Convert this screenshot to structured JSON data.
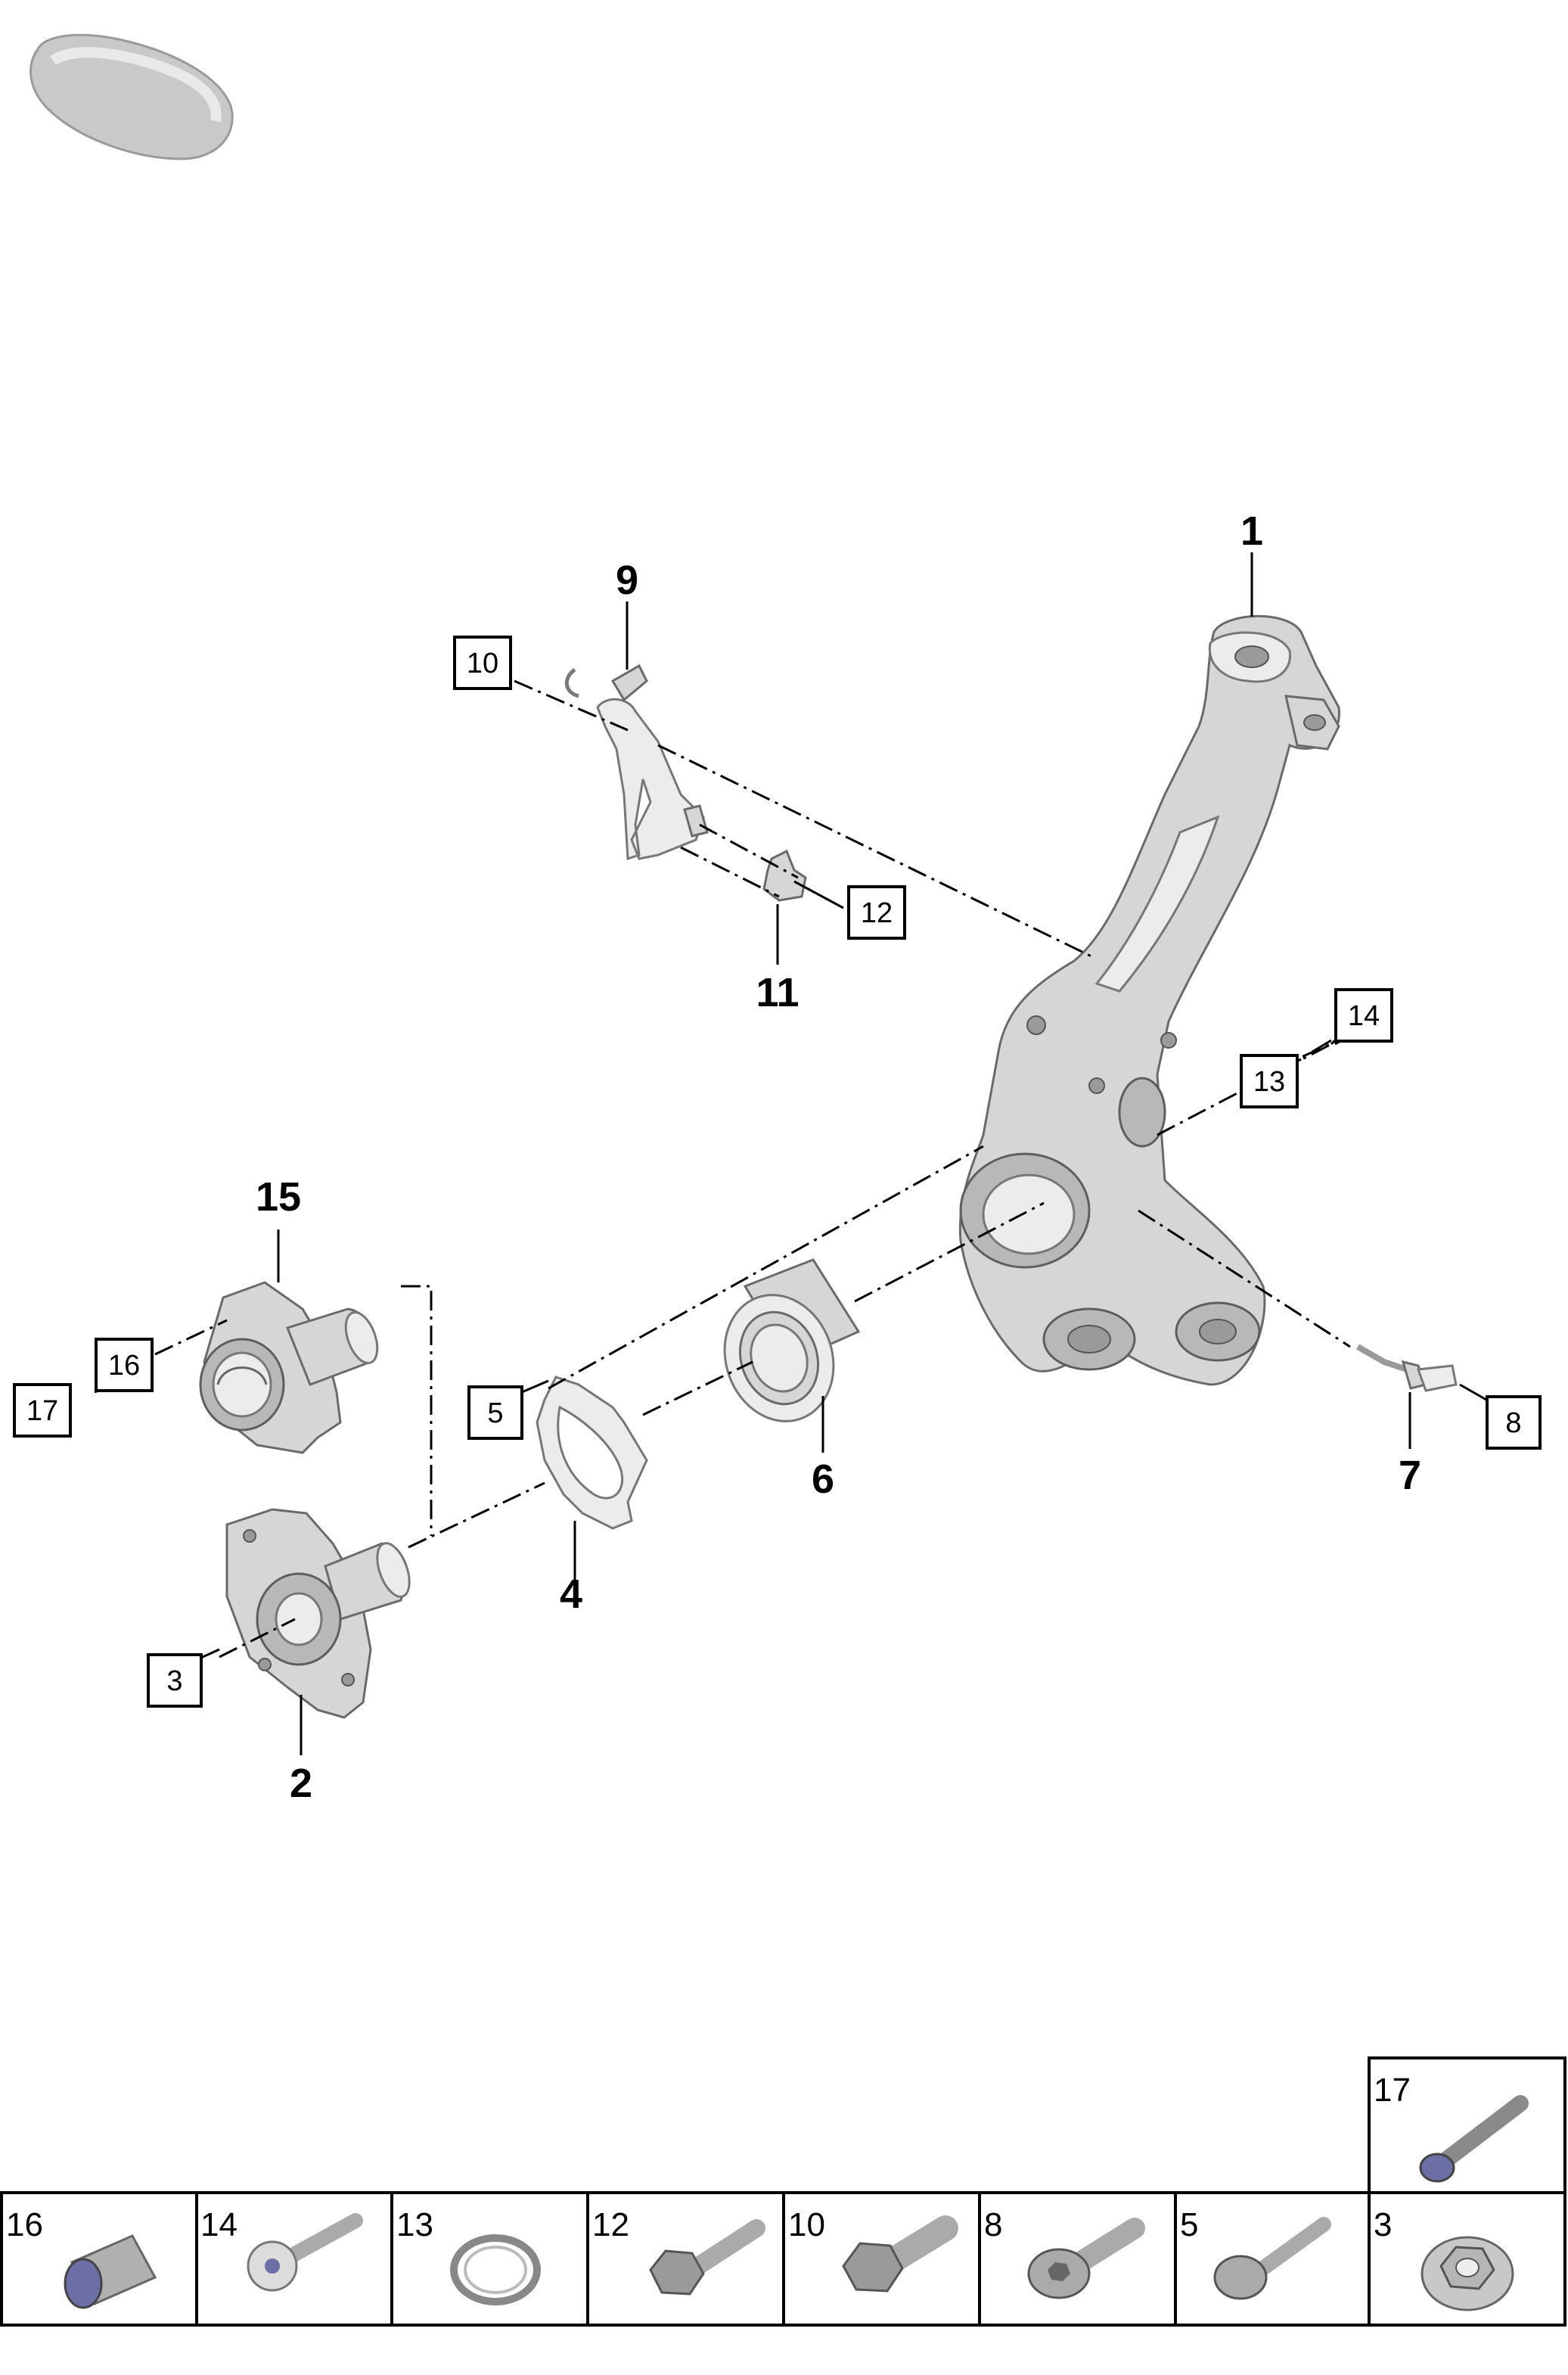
{
  "callouts": {
    "c1": "1",
    "c2": "2",
    "c4": "4",
    "c6": "6",
    "c7": "7",
    "c9": "9",
    "c11": "11",
    "c15": "15"
  },
  "boxed": {
    "b3": "3",
    "b5": "5",
    "b8": "8",
    "b10": "10",
    "b12": "12",
    "b13": "13",
    "b14": "14",
    "b16": "16",
    "b17": "17"
  },
  "legend": {
    "top_cell": "17",
    "cells": [
      "16",
      "14",
      "13",
      "12",
      "10",
      "8",
      "5",
      "3"
    ]
  }
}
